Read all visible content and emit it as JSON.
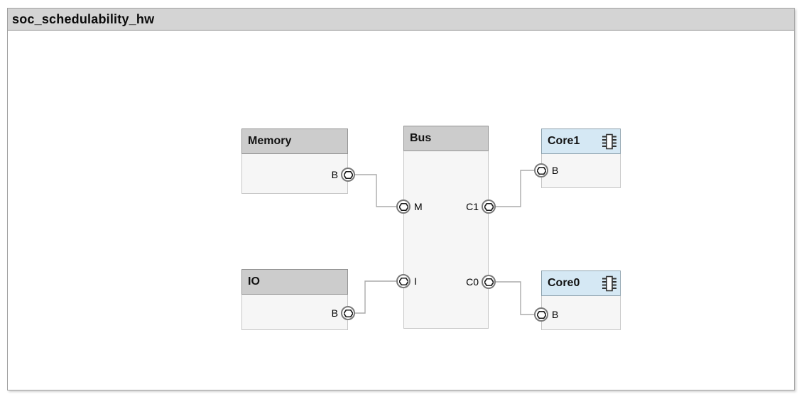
{
  "window": {
    "title": "soc_schedulability_hw"
  },
  "diagram": {
    "blocks": {
      "memory": {
        "label": "Memory"
      },
      "bus": {
        "label": "Bus"
      },
      "core1": {
        "label": "Core1",
        "icon": "chip-icon"
      },
      "io": {
        "label": "IO"
      },
      "core0": {
        "label": "Core0",
        "icon": "chip-icon"
      }
    },
    "ports": {
      "memory_b": {
        "block": "Memory",
        "label": "B",
        "side": "right"
      },
      "bus_m": {
        "block": "Bus",
        "label": "M",
        "side": "left"
      },
      "bus_c1": {
        "block": "Bus",
        "label": "C1",
        "side": "right"
      },
      "bus_i": {
        "block": "Bus",
        "label": "I",
        "side": "left"
      },
      "bus_c0": {
        "block": "Bus",
        "label": "C0",
        "side": "right"
      },
      "core1_b": {
        "block": "Core1",
        "label": "B",
        "side": "left"
      },
      "io_b": {
        "block": "IO",
        "label": "B",
        "side": "right"
      },
      "core0_b": {
        "block": "Core0",
        "label": "B",
        "side": "left"
      }
    },
    "connections": [
      {
        "from": "Memory.B",
        "to": "Bus.M"
      },
      {
        "from": "Bus.C1",
        "to": "Core1.B"
      },
      {
        "from": "IO.B",
        "to": "Bus.I"
      },
      {
        "from": "Bus.C0",
        "to": "Core0.B"
      }
    ],
    "colors": {
      "title_bar_bg": "#d4d4d4",
      "block_header_bg": "#cccccc",
      "core_header_bg": "#d5e8f4",
      "block_body_bg": "#f6f6f6",
      "connection_line": "#ababab"
    }
  }
}
